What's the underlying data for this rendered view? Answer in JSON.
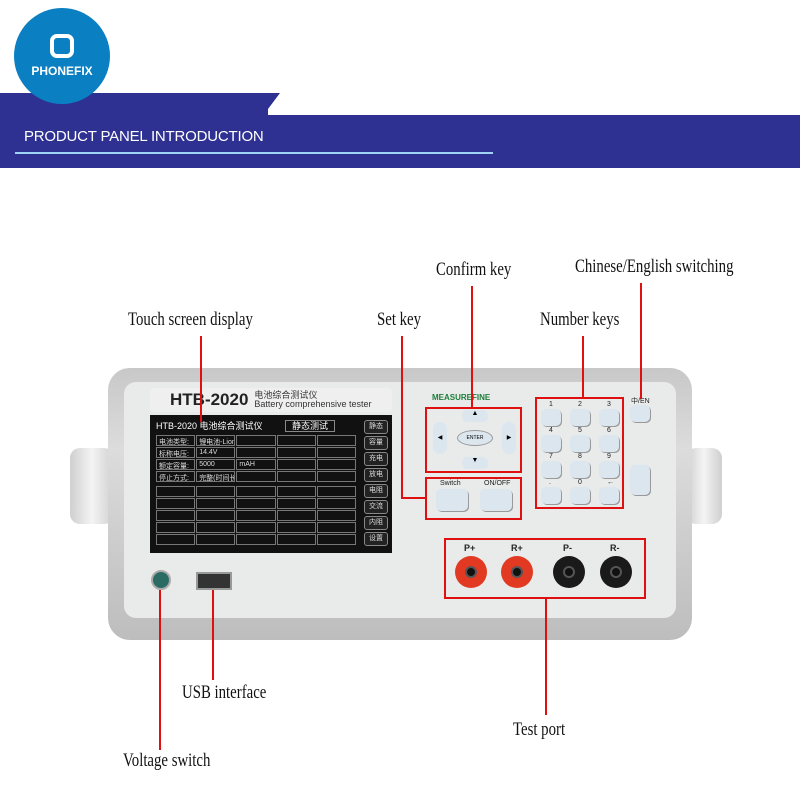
{
  "brand": {
    "name": "PHONEFIX",
    "color": "#0a7fc2"
  },
  "banner": {
    "title": "PRODUCT PANEL INTRODUCTION",
    "color": "#2e3192"
  },
  "device": {
    "model": "HTB-2020",
    "subtitle_cn": "电池综合测试仪",
    "subtitle_en": "Battery comprehensive tester",
    "maker": "MEASUREFINE",
    "screen": {
      "title": "HTB-2020 电池综合测试仪",
      "mode": "静态测试",
      "rows": [
        [
          "电池类型:",
          "锂电池-Lion",
          "",
          "",
          ""
        ],
        [
          "标称电压:",
          "14.4V",
          "",
          "",
          ""
        ],
        [
          "额定容量:",
          "5000",
          "mAH",
          "",
          ""
        ],
        [
          "停止方式:",
          "完整(时间长)",
          "",
          "",
          ""
        ]
      ],
      "side_buttons": [
        "静态",
        "容量",
        "充电",
        "放电",
        "电阻",
        "交流",
        "内阻",
        "设置"
      ]
    },
    "nav_keys": {
      "up": "▲",
      "down": "▼",
      "left": "◀",
      "right": "▶",
      "enter": "ENTER"
    },
    "set_keys": [
      "Switch",
      "ON/OFF"
    ],
    "number_keys": [
      "1",
      "2",
      "3",
      "4",
      "5",
      "6",
      "7",
      "8",
      "9",
      ".",
      "0",
      "←"
    ],
    "lang_key": "中/EN",
    "ports": [
      "P+",
      "R+",
      "P-",
      "R-"
    ]
  },
  "annotations": {
    "touch_screen": "Touch screen display",
    "set_key": "Set key",
    "confirm_key": "Confirm key",
    "number_keys": "Number keys",
    "lang_switch": "Chinese/English switching",
    "test_port": "Test port",
    "usb": "USB interface",
    "voltage_switch": "Voltage switch"
  }
}
